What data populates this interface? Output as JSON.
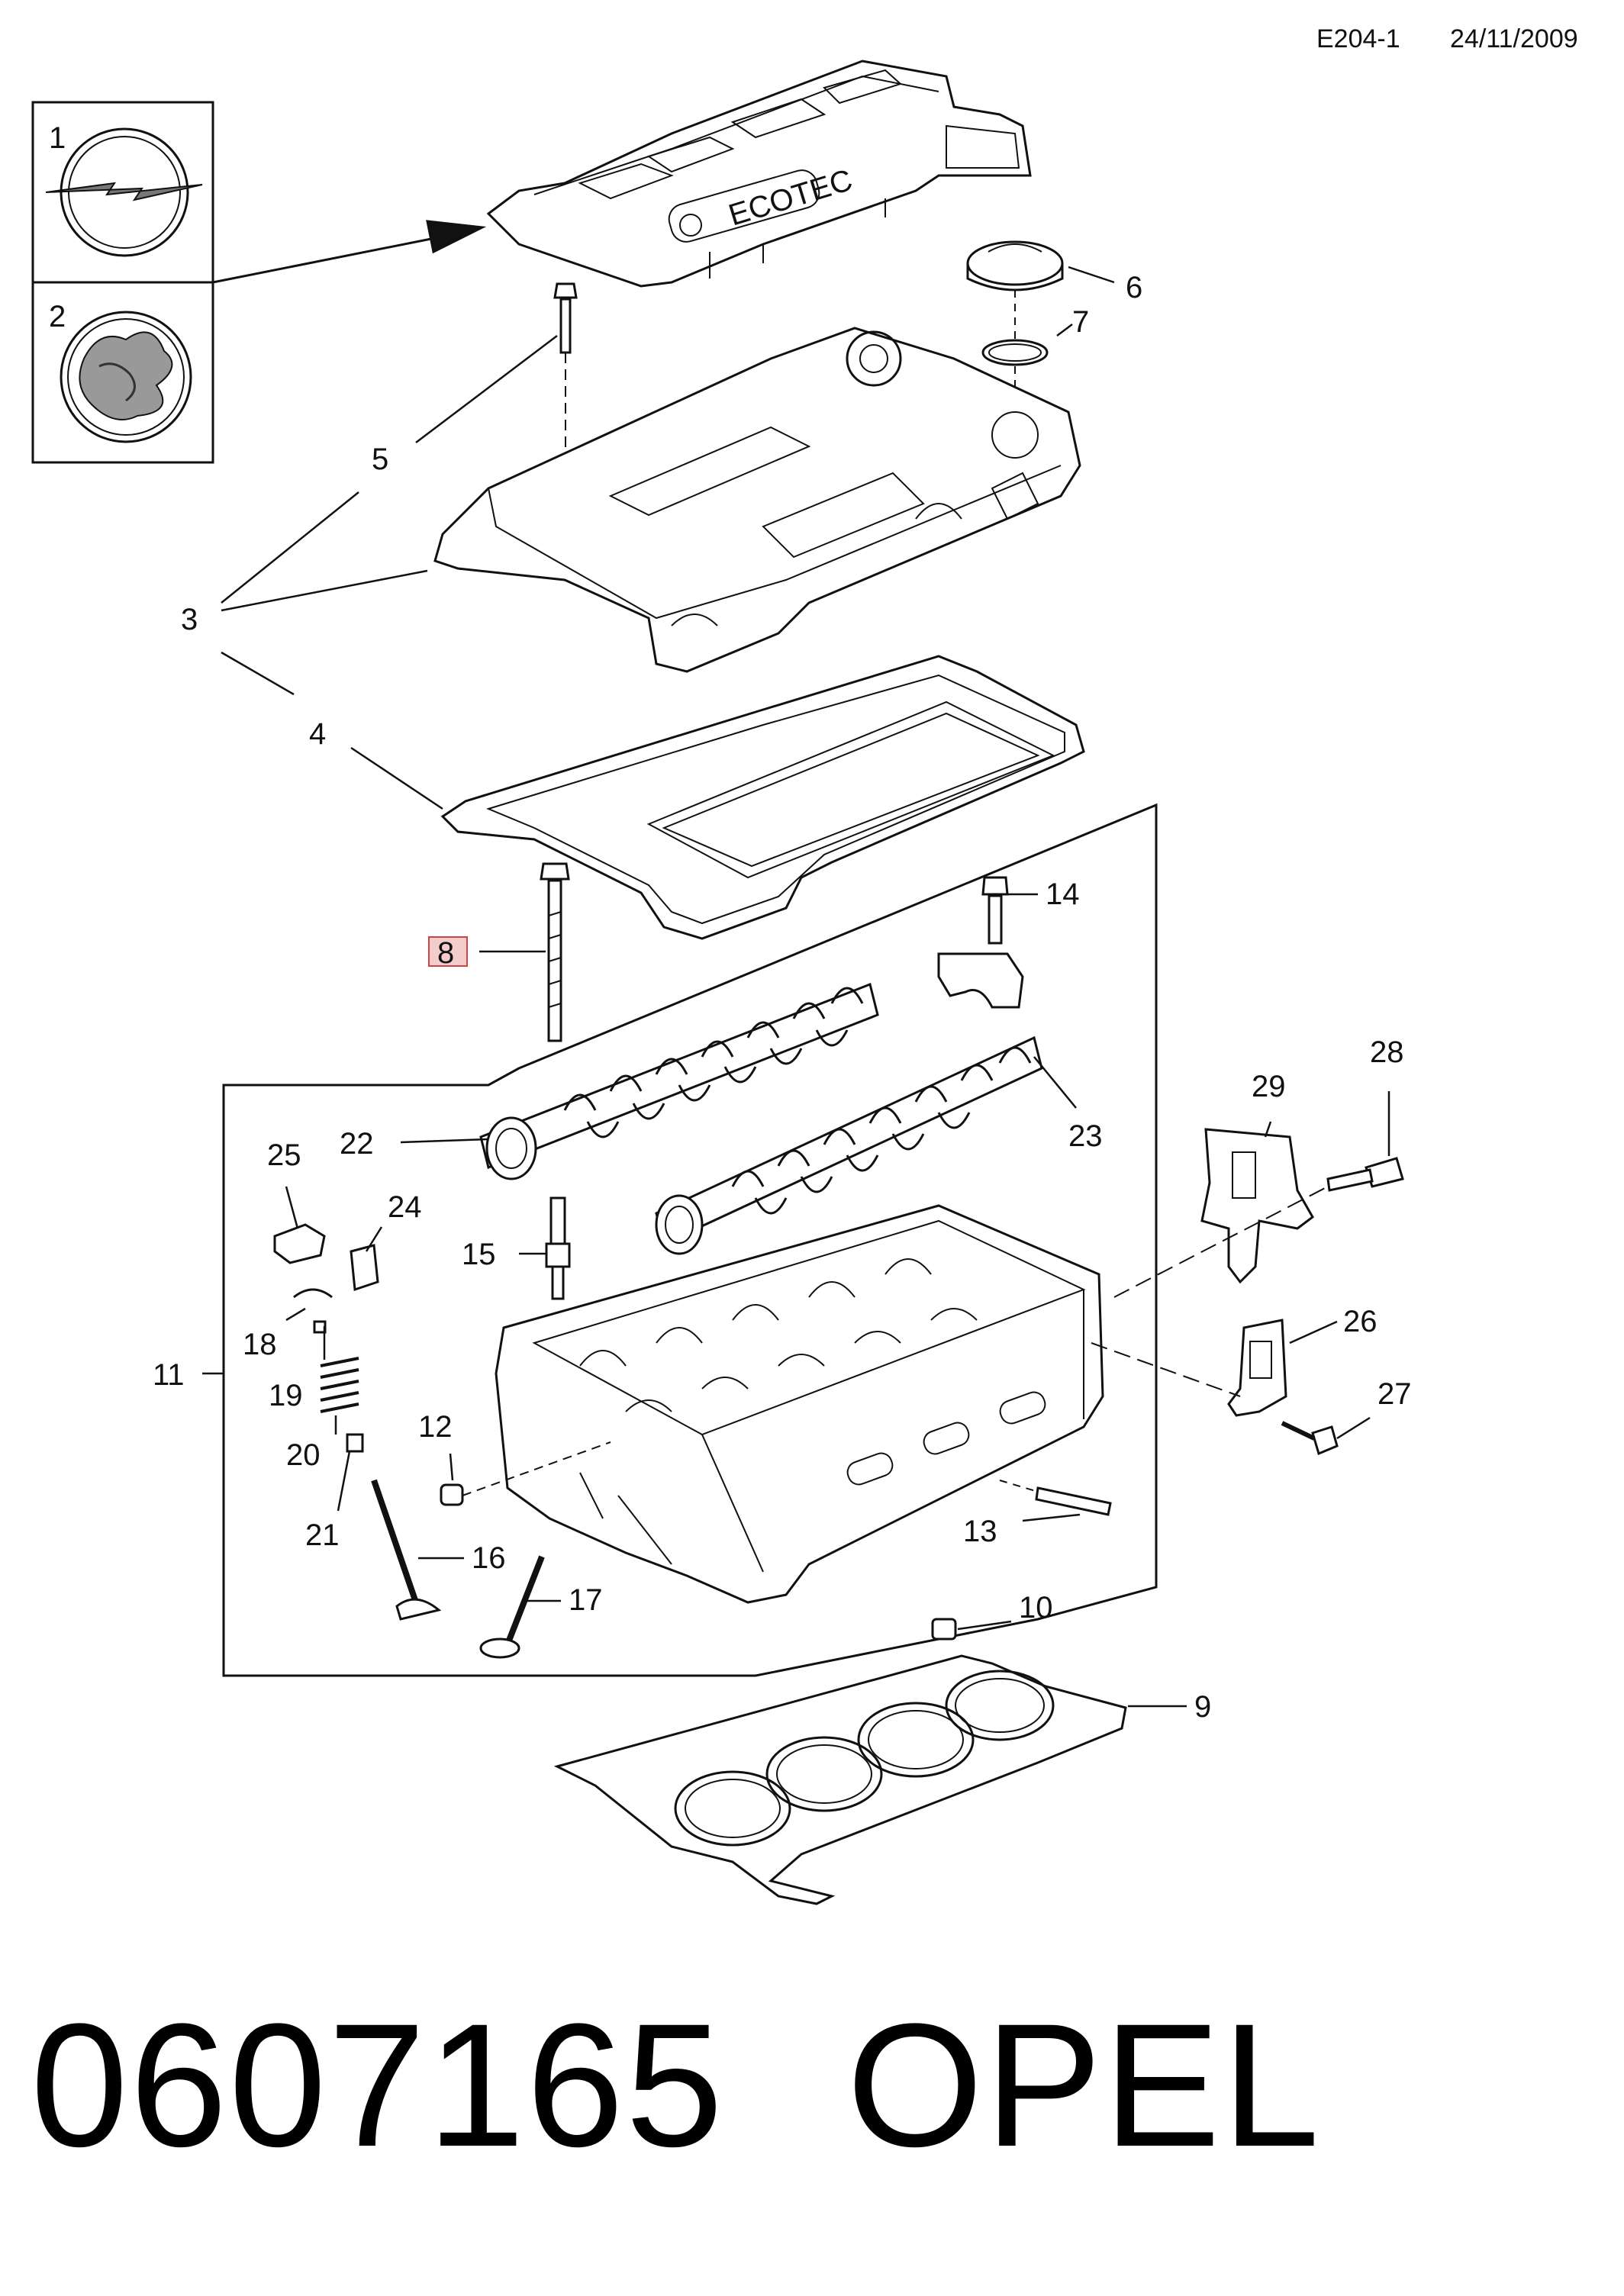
{
  "header": {
    "doc_code": "E204-1",
    "date": "24/11/2009"
  },
  "footer": {
    "part_number": "0607165",
    "brand": "OPEL"
  },
  "cover_text": "ECOTEC",
  "highlight_color": "#f4cccc",
  "legend_boxes": [
    {
      "label": "1",
      "icon": "opel-logo-icon"
    },
    {
      "label": "2",
      "icon": "vauxhall-griffin-icon"
    }
  ],
  "callouts": [
    {
      "label": "3"
    },
    {
      "label": "4"
    },
    {
      "label": "5"
    },
    {
      "label": "6"
    },
    {
      "label": "7"
    },
    {
      "label": "8",
      "highlighted": true
    },
    {
      "label": "9"
    },
    {
      "label": "10"
    },
    {
      "label": "11"
    },
    {
      "label": "12"
    },
    {
      "label": "13"
    },
    {
      "label": "14"
    },
    {
      "label": "15"
    },
    {
      "label": "16"
    },
    {
      "label": "17"
    },
    {
      "label": "18"
    },
    {
      "label": "19"
    },
    {
      "label": "20"
    },
    {
      "label": "21"
    },
    {
      "label": "22"
    },
    {
      "label": "23"
    },
    {
      "label": "24"
    },
    {
      "label": "25"
    },
    {
      "label": "26"
    },
    {
      "label": "27"
    },
    {
      "label": "28"
    },
    {
      "label": "29"
    }
  ]
}
